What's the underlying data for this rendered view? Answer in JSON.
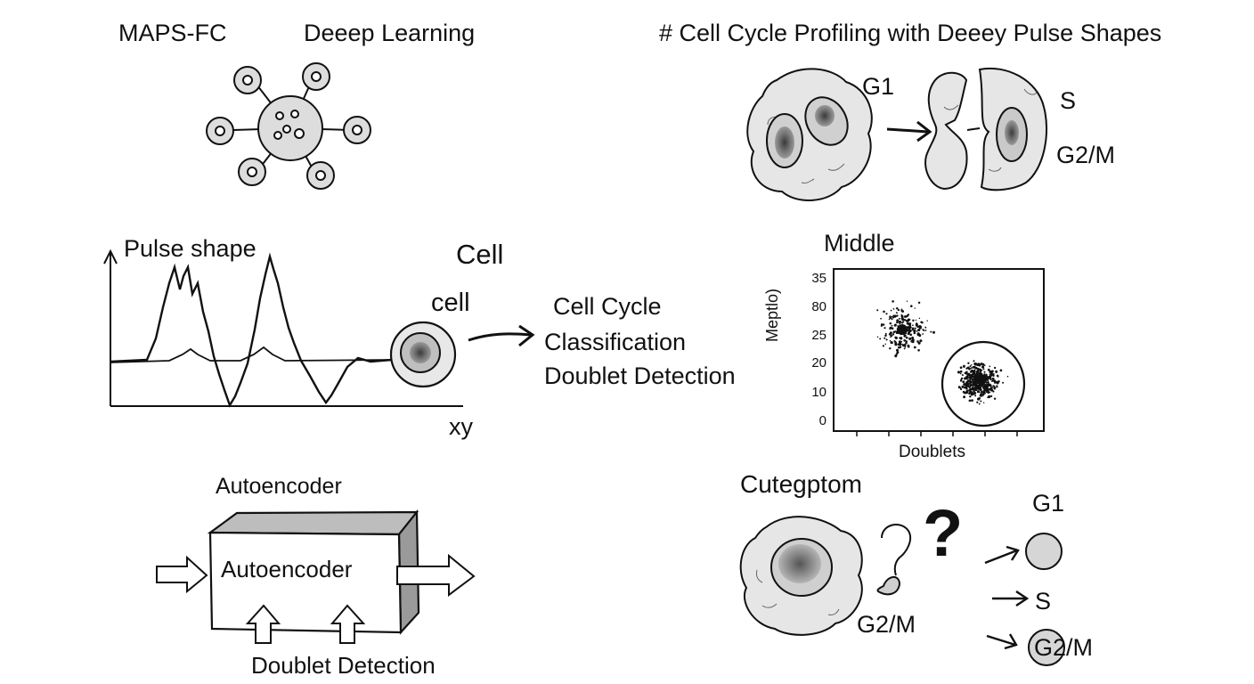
{
  "header": {
    "left_title": "MAPS-FC",
    "center_title": "Deeep Learning",
    "right_title": "# Cell Cycle Profiling with Deeey Pulse Shapes"
  },
  "cell_cycle_top": {
    "g1": "G1",
    "s": "S",
    "g2m": "G2/M"
  },
  "pulse_panel": {
    "axis_title": "Pulse shape",
    "x_label": "xy",
    "label_cell_upper": "Cell",
    "label_cell_lower": "cell",
    "outcomes": [
      "Cell Cycle",
      "Classification",
      "Doublet Detection"
    ]
  },
  "scatter_panel": {
    "title": "Middle",
    "ylabel": "Meptlo)",
    "xlabel": "Doublets",
    "y_ticks": [
      "35",
      "80",
      "25",
      "20",
      "10",
      "0"
    ]
  },
  "autoencoder_panel": {
    "title": "Autoencoder",
    "box_label": "Autoencoder",
    "bottom_label": "Doublet Detection"
  },
  "classify_panel": {
    "title": "Cutegptom",
    "question": "?",
    "g2m_label": "G2/M",
    "outputs": [
      "G1",
      "S",
      "G2/M"
    ]
  },
  "colors": {
    "ink": "#111111",
    "cell_fill": "#e6e6e6",
    "nucleus": "#8a8a8a",
    "paper": "#ffffff"
  }
}
